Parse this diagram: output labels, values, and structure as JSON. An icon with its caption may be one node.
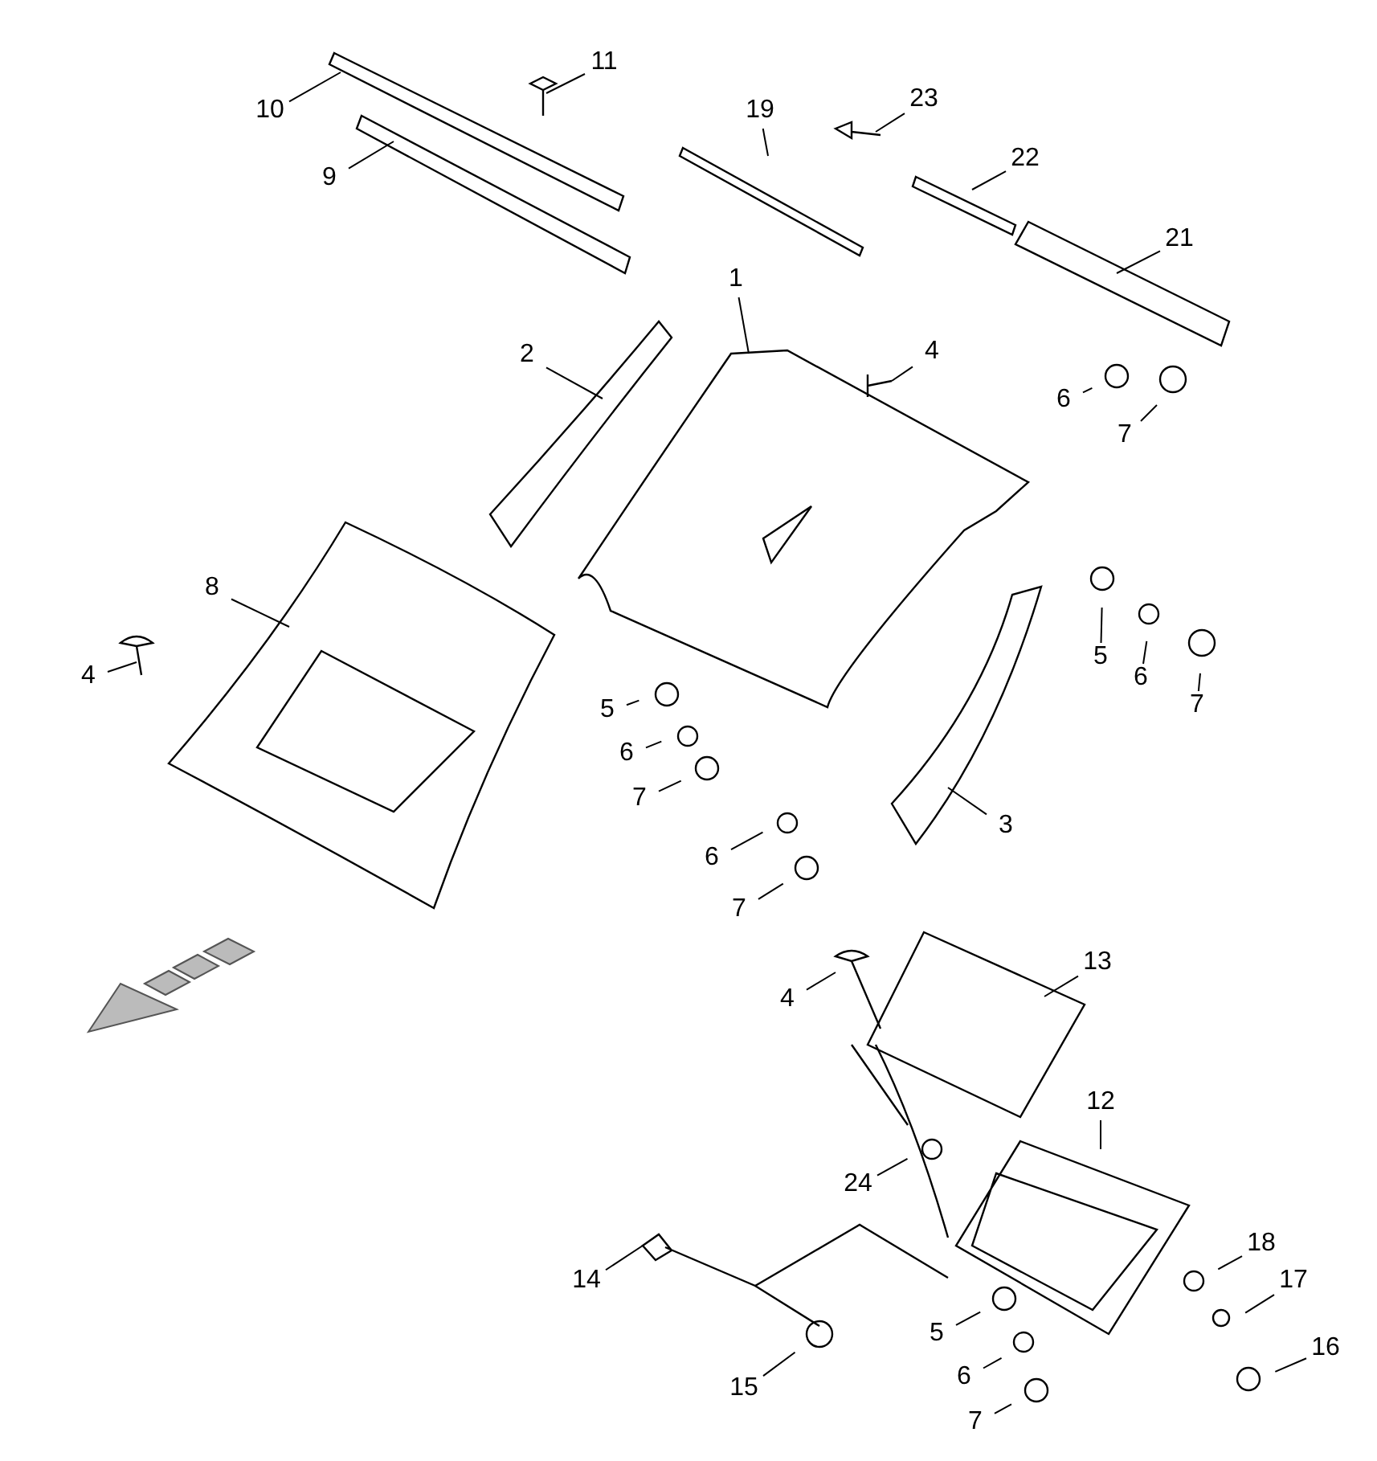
{
  "diagram": {
    "nodes": [
      {
        "text": [
          "10"
        ]
      },
      {
        "text": [
          "11"
        ]
      },
      {
        "text": [
          "19"
        ]
      },
      {
        "text": [
          "23"
        ]
      },
      {
        "text": [
          "22"
        ]
      },
      {
        "text": [
          "9"
        ]
      },
      {
        "text": [
          "21"
        ]
      },
      {
        "text": [
          "1"
        ]
      },
      {
        "text": [
          "2"
        ]
      },
      {
        "text": [
          "4"
        ]
      },
      {
        "text": [
          "6"
        ]
      },
      {
        "text": [
          "7"
        ]
      },
      {
        "text": [
          "8"
        ]
      },
      {
        "text": [
          "4"
        ]
      },
      {
        "text": [
          "5"
        ]
      },
      {
        "text": [
          "6"
        ]
      },
      {
        "text": [
          "7"
        ]
      },
      {
        "text": [
          "5"
        ]
      },
      {
        "text": [
          "6"
        ]
      },
      {
        "text": [
          "7"
        ]
      },
      {
        "text": [
          "3"
        ]
      },
      {
        "text": [
          "6"
        ]
      },
      {
        "text": [
          "7"
        ]
      },
      {
        "text": [
          "4"
        ]
      },
      {
        "text": [
          "13"
        ]
      },
      {
        "text": [
          "12"
        ]
      },
      {
        "text": [
          "24"
        ]
      },
      {
        "text": [
          "18"
        ]
      },
      {
        "text": [
          "14"
        ]
      },
      {
        "text": [
          "17"
        ]
      },
      {
        "text": [
          "5"
        ]
      },
      {
        "text": [
          "16"
        ]
      },
      {
        "text": [
          "6"
        ]
      },
      {
        "text": [
          "15"
        ]
      },
      {
        "text": [
          "7"
        ]
      }
    ],
    "edges": [
      {
        "from": 0,
        "to": null,
        "arrow": "none"
      },
      {
        "from": 1,
        "to": null,
        "arrow": "none"
      },
      {
        "from": 2,
        "to": null,
        "arrow": "none"
      },
      {
        "from": 3,
        "to": null,
        "arrow": "none"
      },
      {
        "from": 4,
        "to": null,
        "arrow": "none"
      },
      {
        "from": 5,
        "to": null,
        "arrow": "none"
      },
      {
        "from": 6,
        "to": null,
        "arrow": "none"
      },
      {
        "from": 7,
        "to": null,
        "arrow": "none"
      },
      {
        "from": 8,
        "to": null,
        "arrow": "none"
      },
      {
        "from": 9,
        "to": null,
        "arrow": "none"
      },
      {
        "from": 10,
        "to": null,
        "arrow": "none"
      },
      {
        "from": 11,
        "to": null,
        "arrow": "none"
      },
      {
        "from": 12,
        "to": null,
        "arrow": "none"
      },
      {
        "from": 13,
        "to": null,
        "arrow": "none"
      },
      {
        "from": 14,
        "to": null,
        "arrow": "none"
      },
      {
        "from": 15,
        "to": null,
        "arrow": "none"
      },
      {
        "from": 16,
        "to": null,
        "arrow": "none"
      },
      {
        "from": 17,
        "to": null,
        "arrow": "none"
      },
      {
        "from": 18,
        "to": null,
        "arrow": "none"
      },
      {
        "from": 19,
        "to": null,
        "arrow": "none"
      },
      {
        "from": 20,
        "to": null,
        "arrow": "none"
      },
      {
        "from": 21,
        "to": null,
        "arrow": "none"
      },
      {
        "from": 22,
        "to": null,
        "arrow": "none"
      },
      {
        "from": 23,
        "to": null,
        "arrow": "none"
      },
      {
        "from": 24,
        "to": null,
        "arrow": "none"
      },
      {
        "from": 25,
        "to": null,
        "arrow": "none"
      },
      {
        "from": 26,
        "to": null,
        "arrow": "none"
      },
      {
        "from": 27,
        "to": null,
        "arrow": "none"
      },
      {
        "from": 28,
        "to": null,
        "arrow": "none"
      },
      {
        "from": 29,
        "to": null,
        "arrow": "none"
      },
      {
        "from": 30,
        "to": null,
        "arrow": "none"
      },
      {
        "from": 31,
        "to": null,
        "arrow": "none"
      },
      {
        "from": 32,
        "to": null,
        "arrow": "none"
      },
      {
        "from": 33,
        "to": null,
        "arrow": "none"
      },
      {
        "from": 34,
        "to": null,
        "arrow": "none"
      }
    ]
  }
}
